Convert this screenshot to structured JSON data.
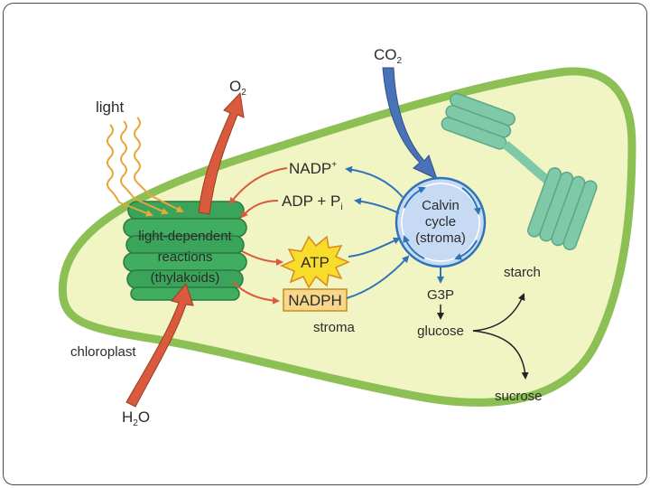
{
  "labels": {
    "co2_main": "CO",
    "co2_sub": "2",
    "o2_main": "O",
    "o2_sub": "2",
    "light": "light",
    "nadp_plus": "NADP",
    "nadp_sup": "+",
    "adp_pi_main": "ADP + P",
    "adp_pi_sub": "i",
    "atp": "ATP",
    "nadph": "NADPH",
    "ldr_line1": "light-dependent",
    "ldr_line2": "reactions",
    "ldr_line3": "(thylakoids)",
    "calvin_line1": "Calvin",
    "calvin_line2": "cycle",
    "calvin_line3": "(stroma)",
    "stroma": "stroma",
    "g3p": "G3P",
    "glucose": "glucose",
    "starch": "starch",
    "sucrose": "sucrose",
    "chloroplast": "chloroplast",
    "h2o_main": "H",
    "h2o_sub": "2",
    "h2o_end": "O"
  },
  "colors": {
    "membrane_outer": "#8cbf54",
    "membrane_fill": "#f1f4c3",
    "thylakoid": "#3aa55a",
    "arrow_red": "#d95a3c",
    "arrow_blue": "#2f73b8",
    "co2_arrow": "#4a72b8",
    "atp_burst": "#f7dc2a",
    "nadph_box": "#f7d88a",
    "calvin_fill": "#c6daf3",
    "light_wave": "#e9a63c"
  }
}
